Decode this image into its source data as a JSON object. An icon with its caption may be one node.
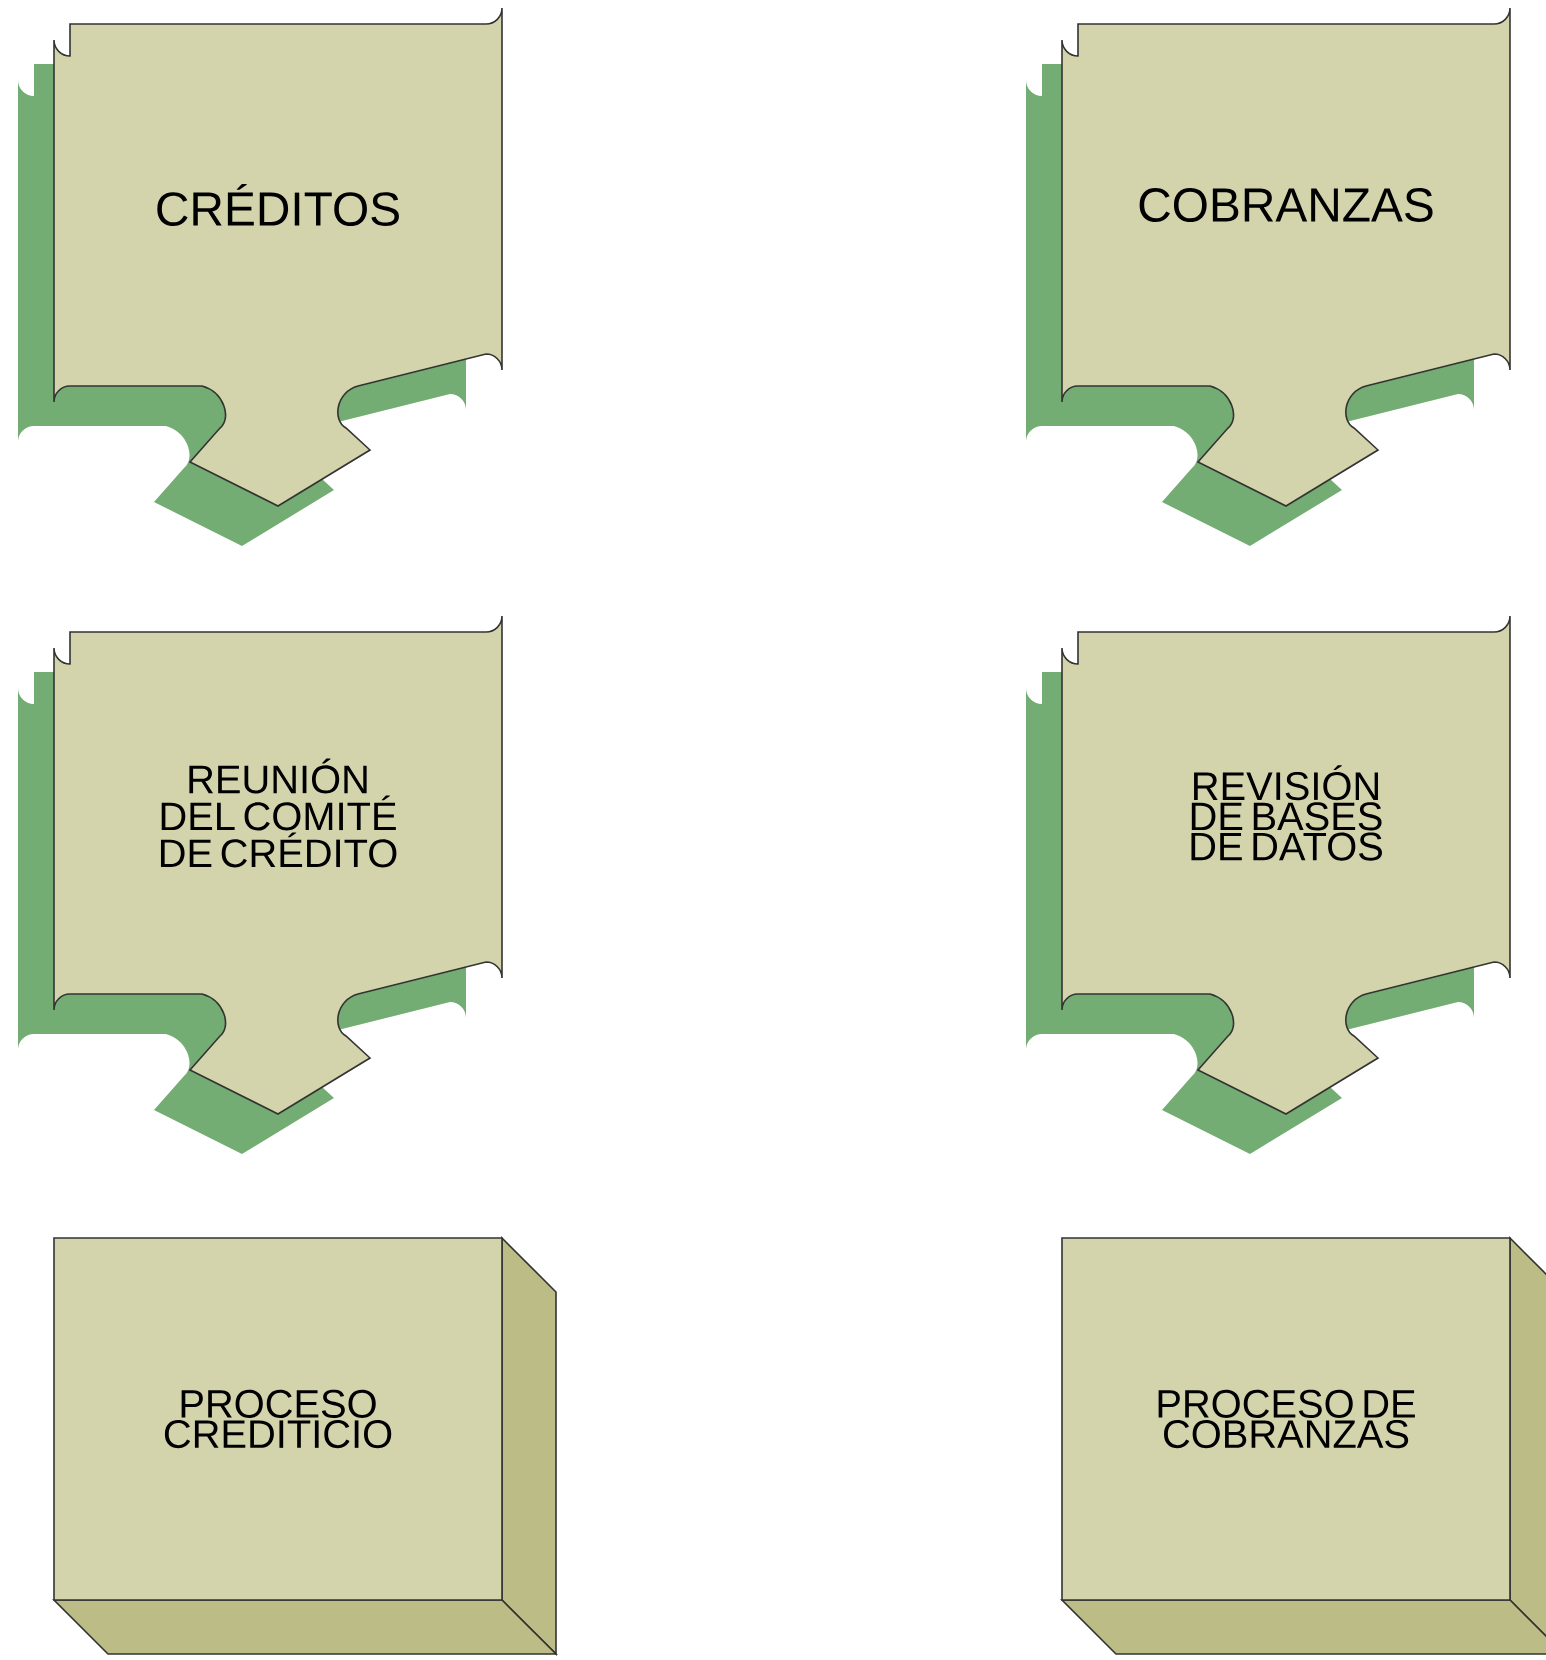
{
  "diagram": {
    "nodes": [
      {
        "text": [
          "CRÉDITOS"
        ]
      },
      {
        "text": [
          "REUNIÓN DEL COMITÉ DE CRÉDITO"
        ]
      },
      {
        "text": [
          "PROCESO CREDITICIO"
        ]
      },
      {
        "text": [
          "COBRANZAS"
        ]
      },
      {
        "text": [
          "REVISIÓN DE BASES DE DATOS"
        ]
      },
      {
        "text": [
          "PROCESO DE COBRANZAS"
        ]
      }
    ]
  }
}
